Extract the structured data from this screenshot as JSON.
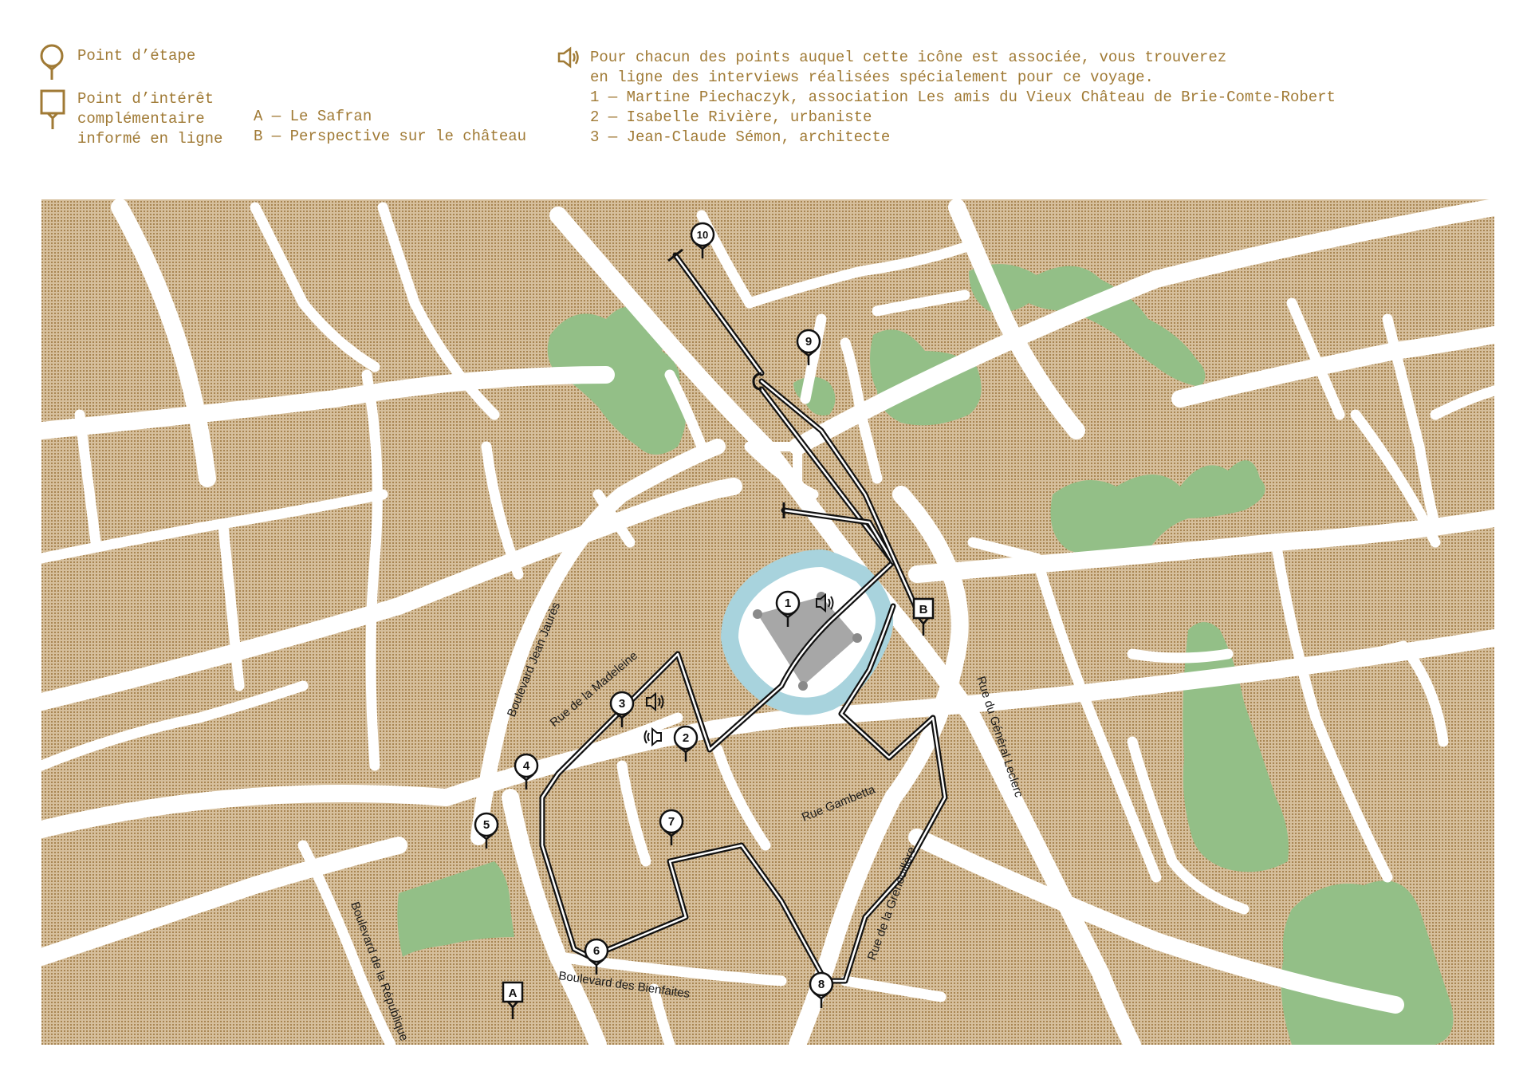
{
  "legend": {
    "etape_label": "Point d’étape",
    "interet_lines": [
      "Point d’intérêt",
      "complémentaire",
      "informé en ligne"
    ],
    "interets": [
      "A — Le Safran",
      "B — Perspective sur le château"
    ],
    "audio_lines": [
      "Pour chacun des points auquel cette icône est associée, vous trouverez",
      "en ligne des interviews réalisées spécialement pour ce voyage.",
      "1 — Martine Piechaczyk, association Les amis du Vieux Château de Brie-Comte-Robert",
      "2 — Isabelle Rivière, urbaniste",
      "3 — Jean-Claude Sémon, architecte"
    ]
  },
  "map": {
    "streets": [
      "Boulevard Jean Jaurès",
      "Rue de la Madeleine",
      "Rue Gambetta",
      "Rue du Général Leclerc",
      "Rue de la Grenouillère",
      "Boulevard des Bienfaites",
      "Boulevard de la République"
    ],
    "etapes": [
      "1",
      "2",
      "3",
      "4",
      "5",
      "6",
      "7",
      "8",
      "9",
      "10"
    ],
    "interets": [
      "A",
      "B"
    ]
  },
  "colors": {
    "legend": "#a07a35",
    "block": "#c7ab84",
    "park": "#93bf87",
    "moat": "#a8d3dd",
    "castle": "#a7a7a7",
    "route": "#111111"
  }
}
